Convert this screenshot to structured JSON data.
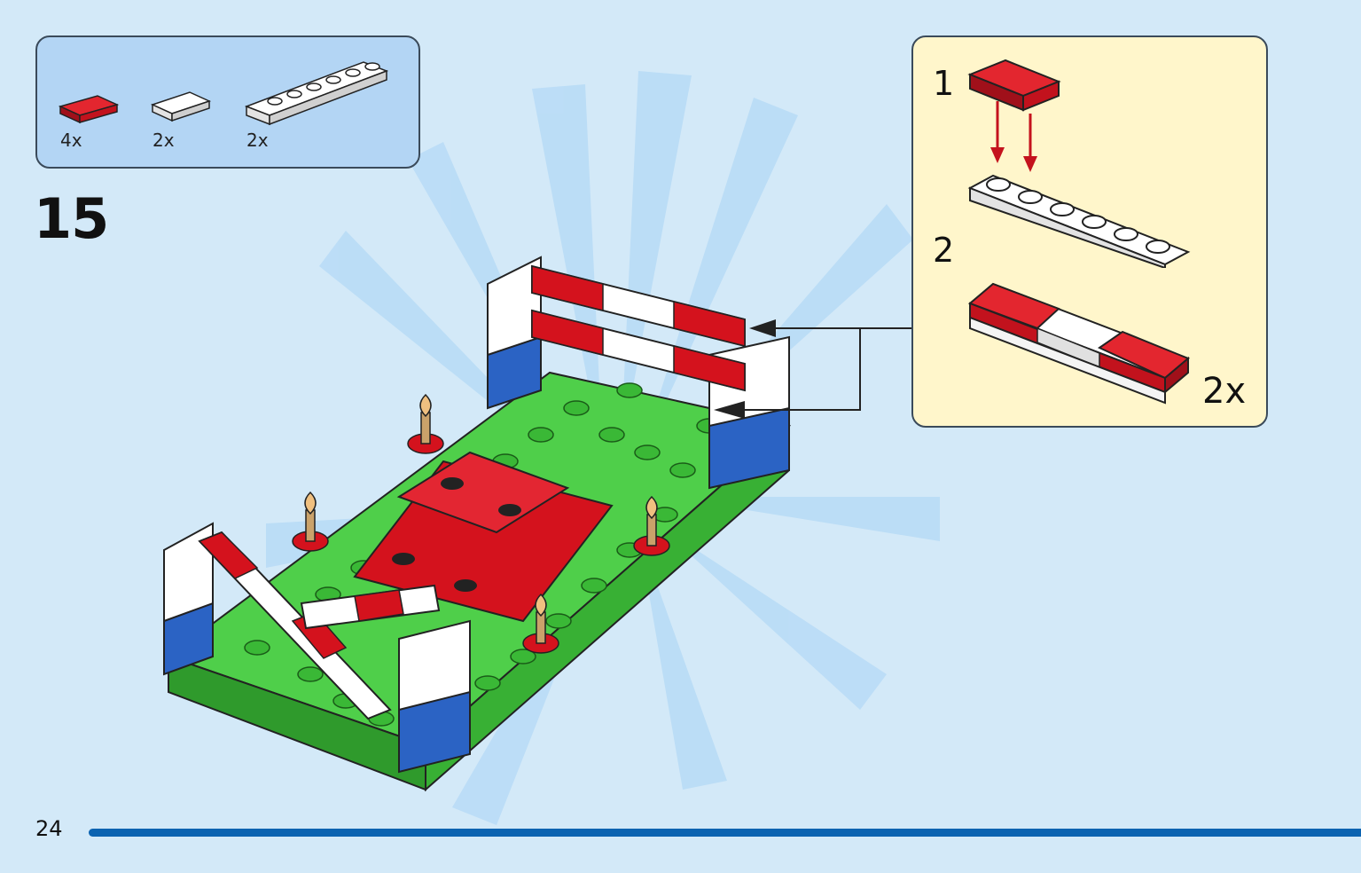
{
  "parts_list": [
    {
      "qty": "4x",
      "part_icon": "red-tile-1x2",
      "color": "#d0021b"
    },
    {
      "qty": "2x",
      "part_icon": "white-tile-1x2",
      "color": "#ffffff"
    },
    {
      "qty": "2x",
      "part_icon": "white-plate-1x6",
      "color": "#ffffff"
    }
  ],
  "step": {
    "number": "15"
  },
  "callout": {
    "sub_steps": [
      "1",
      "2"
    ],
    "multiplier": "2x"
  },
  "footer": {
    "page_number": "24"
  },
  "colors": {
    "background": "#d3e9f8",
    "parts_panel": "#b3d5f4",
    "callout_panel": "#fff6cb",
    "page_bar": "#0b63b1",
    "brick_red": "#d0021b",
    "baseplate_green": "#3fbf3f",
    "brick_blue": "#1e5fc0"
  }
}
